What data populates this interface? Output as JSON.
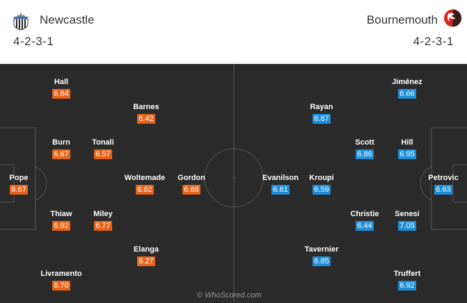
{
  "home": {
    "team": "Newcastle",
    "formation": "4-2-3-1",
    "rating_color": "#e8641b",
    "crest_icon": "newcastle-crest-icon",
    "players": [
      {
        "name": "Hall",
        "rating": "6.84"
      },
      {
        "name": "Barnes",
        "rating": "6.42"
      },
      {
        "name": "Burn",
        "rating": "6.67"
      },
      {
        "name": "Tonali",
        "rating": "6.57"
      },
      {
        "name": "Pope",
        "rating": "6.67"
      },
      {
        "name": "Woltemade",
        "rating": "6.62"
      },
      {
        "name": "Gordon",
        "rating": "6.68"
      },
      {
        "name": "Thiaw",
        "rating": "6.92"
      },
      {
        "name": "Miley",
        "rating": "6.77"
      },
      {
        "name": "Elanga",
        "rating": "6.27"
      },
      {
        "name": "Livramento",
        "rating": "6.70"
      }
    ]
  },
  "away": {
    "team": "Bournemouth",
    "formation": "4-2-3-1",
    "rating_color": "#1d8fd8",
    "crest_icon": "bournemouth-crest-icon",
    "players": [
      {
        "name": "Jiménez",
        "rating": "6.66"
      },
      {
        "name": "Rayan",
        "rating": "6.87"
      },
      {
        "name": "Scott",
        "rating": "6.86"
      },
      {
        "name": "Hill",
        "rating": "6.95"
      },
      {
        "name": "Evanilson",
        "rating": "6.61"
      },
      {
        "name": "Kroupi",
        "rating": "6.59"
      },
      {
        "name": "Petrovic",
        "rating": "6.63"
      },
      {
        "name": "Christie",
        "rating": "6.44"
      },
      {
        "name": "Senesi",
        "rating": "7.05"
      },
      {
        "name": "Tavernier",
        "rating": "6.85"
      },
      {
        "name": "Truffert",
        "rating": "6.92"
      }
    ]
  },
  "pitch": {
    "background": "#2b2b2b",
    "line_color": "#555555"
  },
  "watermark": "© WhoScored.com"
}
